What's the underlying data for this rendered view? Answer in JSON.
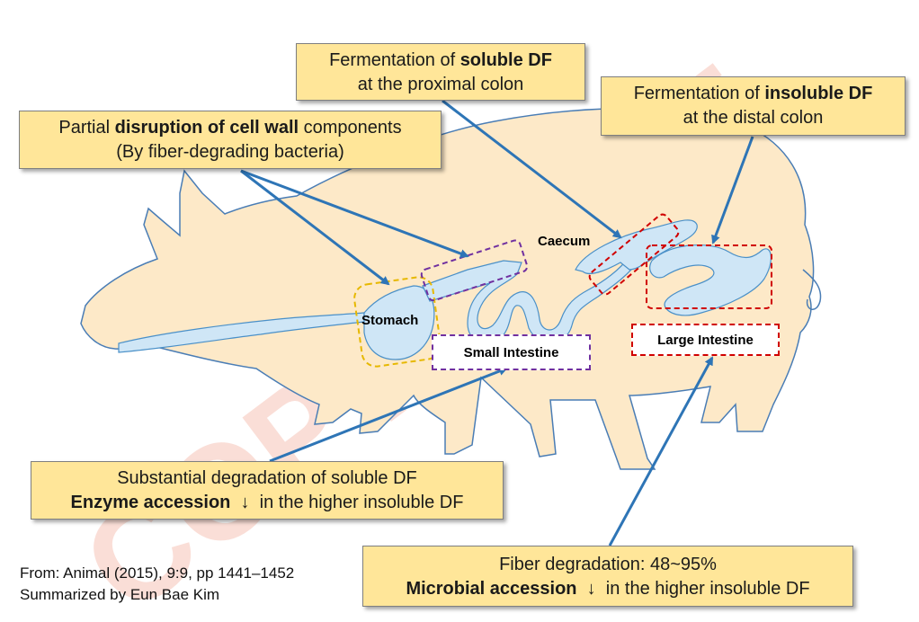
{
  "watermark": "COPYRIGHT",
  "colors": {
    "body_fill": "#fde9c8",
    "body_stroke": "#4a7db5",
    "tract_fill": "#cfe6f6",
    "tract_stroke": "#4a90c8",
    "box_fill": "#ffe699",
    "arrow": "#2e75b6",
    "stomach_dash": "#e6b800",
    "small_int_dash": "#7030a0",
    "large_int_dash": "#d00000",
    "watermark": "#f4b6a6"
  },
  "boxes": {
    "soluble": {
      "line1_pre": "Fermentation of ",
      "line1_bold": "soluble DF",
      "line2": "at the proximal colon"
    },
    "insoluble": {
      "line1_pre": "Fermentation of ",
      "line1_bold": "insoluble DF",
      "line2": "at the distal colon"
    },
    "partial": {
      "line1_pre": "Partial ",
      "line1_bold": "disruption of cell wall",
      "line1_post": " components",
      "line2": "(By fiber-degrading bacteria)"
    },
    "substantial": {
      "line1": "Substantial degradation of soluble DF",
      "line2_bold": "Enzyme accession",
      "line2_arrow": "↓",
      "line2_post": "in the higher insoluble DF"
    },
    "fiber": {
      "line1": "Fiber degradation: 48~95%",
      "line2_bold": "Microbial accession",
      "line2_arrow": "↓",
      "line2_post": "in the higher insoluble DF"
    }
  },
  "labels": {
    "stomach": "Stomach",
    "caecum": "Caecum",
    "small_intestine": "Small Intestine",
    "large_intestine": "Large Intestine"
  },
  "credits": {
    "line1": "From: Animal (2015), 9:9, pp 1441–1452",
    "line2": "Summarized by Eun Bae Kim"
  }
}
